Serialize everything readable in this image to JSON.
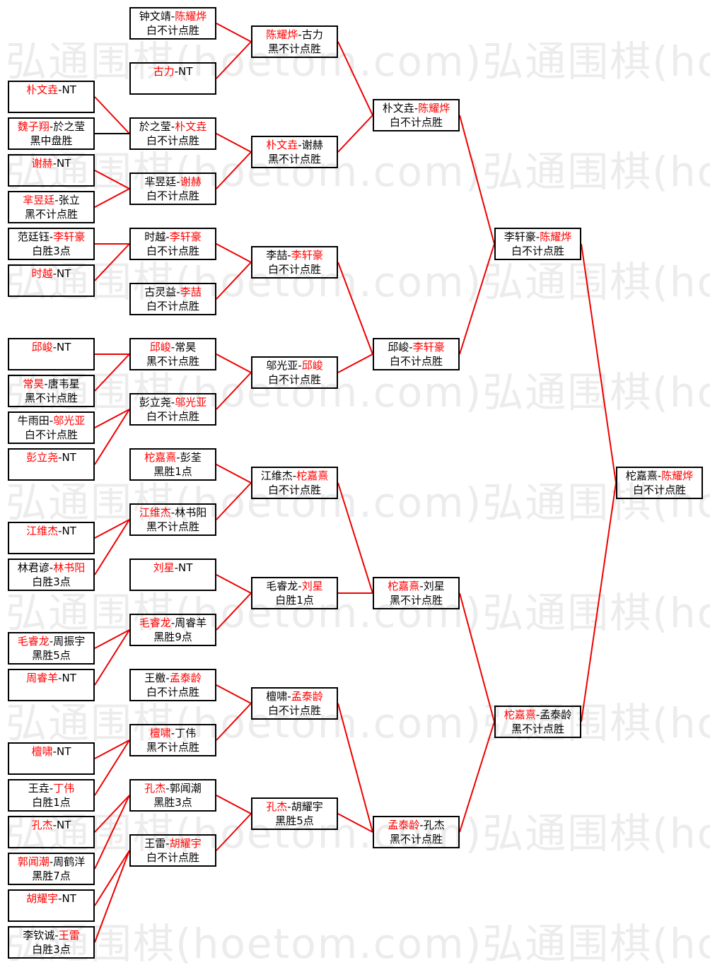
{
  "watermark": "弘通围棋(hoetom.com)弘通围棋(hoetom.com)",
  "colors": {
    "winner_text": "#ff0000",
    "win_path": "#ee0000",
    "lose_path": "#000000",
    "border": "#000000"
  },
  "matches": [
    {
      "id": "r1-1",
      "col": 0,
      "row": 0,
      "p1": "朴文垚",
      "p2": "NT",
      "win": 1,
      "result": ""
    },
    {
      "id": "r1-2",
      "col": 0,
      "row": 1,
      "p1": "魏子翔",
      "p2": "於之莹",
      "win": 1,
      "result": "黑中盘胜"
    },
    {
      "id": "r1-3",
      "col": 0,
      "row": 2,
      "p1": "谢赫",
      "p2": "NT",
      "win": 1,
      "result": ""
    },
    {
      "id": "r1-4",
      "col": 0,
      "row": 3,
      "p1": "芈昱廷",
      "p2": "张立",
      "win": 1,
      "result": "黑不计点胜"
    },
    {
      "id": "r1-5",
      "col": 0,
      "row": 4,
      "p1": "范廷钰",
      "p2": "李轩豪",
      "win": 2,
      "result": "白胜3点"
    },
    {
      "id": "r1-6",
      "col": 0,
      "row": 5,
      "p1": "时越",
      "p2": "NT",
      "win": 1,
      "result": ""
    },
    {
      "id": "r1-7",
      "col": 0,
      "row": 6,
      "p1": "邱峻",
      "p2": "NT",
      "win": 1,
      "result": ""
    },
    {
      "id": "r1-8",
      "col": 0,
      "row": 7,
      "p1": "常昊",
      "p2": "唐韦星",
      "win": 1,
      "result": "黑不计点胜"
    },
    {
      "id": "r1-9",
      "col": 0,
      "row": 8,
      "p1": "牛雨田",
      "p2": "邬光亚",
      "win": 2,
      "result": "白不计点胜"
    },
    {
      "id": "r1-10",
      "col": 0,
      "row": 9,
      "p1": "彭立尧",
      "p2": "NT",
      "win": 1,
      "result": ""
    },
    {
      "id": "r1-11",
      "col": 0,
      "row": 10,
      "p1": "江维杰",
      "p2": "NT",
      "win": 1,
      "result": ""
    },
    {
      "id": "r1-12",
      "col": 0,
      "row": 11,
      "p1": "林君谚",
      "p2": "林书阳",
      "win": 2,
      "result": "白胜3点"
    },
    {
      "id": "r1-13",
      "col": 0,
      "row": 12,
      "p1": "毛睿龙",
      "p2": "周振宇",
      "win": 1,
      "result": "黑胜5点"
    },
    {
      "id": "r1-14",
      "col": 0,
      "row": 13,
      "p1": "周睿羊",
      "p2": "NT",
      "win": 1,
      "result": ""
    },
    {
      "id": "r1-15",
      "col": 0,
      "row": 14,
      "p1": "檀啸",
      "p2": "NT",
      "win": 1,
      "result": ""
    },
    {
      "id": "r1-16",
      "col": 0,
      "row": 15,
      "p1": "王垚",
      "p2": "丁伟",
      "win": 2,
      "result": "白胜1点"
    },
    {
      "id": "r1-17",
      "col": 0,
      "row": 16,
      "p1": "孔杰",
      "p2": "NT",
      "win": 1,
      "result": ""
    },
    {
      "id": "r1-18",
      "col": 0,
      "row": 17,
      "p1": "郭闻潮",
      "p2": "周鹤洋",
      "win": 1,
      "result": "黑胜7点"
    },
    {
      "id": "r1-19",
      "col": 0,
      "row": 18,
      "p1": "胡耀宇",
      "p2": "NT",
      "win": 1,
      "result": ""
    },
    {
      "id": "r1-20",
      "col": 0,
      "row": 19,
      "p1": "李钦诚",
      "p2": "王雷",
      "win": 2,
      "result": "白胜3点"
    },
    {
      "id": "r2-1",
      "col": 1,
      "row": 0,
      "p1": "钟文靖",
      "p2": "陈耀烨",
      "win": 2,
      "result": "白不计点胜"
    },
    {
      "id": "r2-2",
      "col": 1,
      "row": 1,
      "p1": "古力",
      "p2": "NT",
      "win": 1,
      "result": ""
    },
    {
      "id": "r2-3",
      "col": 1,
      "row": 2,
      "p1": "於之莹",
      "p2": "朴文垚",
      "win": 2,
      "result": "白不计点胜"
    },
    {
      "id": "r2-4",
      "col": 1,
      "row": 3,
      "p1": "芈昱廷",
      "p2": "谢赫",
      "win": 2,
      "result": "白不计点胜"
    },
    {
      "id": "r2-5",
      "col": 1,
      "row": 4,
      "p1": "时越",
      "p2": "李轩豪",
      "win": 2,
      "result": "白不计点胜"
    },
    {
      "id": "r2-6",
      "col": 1,
      "row": 5,
      "p1": "古灵益",
      "p2": "李喆",
      "win": 2,
      "result": "白不计点胜"
    },
    {
      "id": "r2-7",
      "col": 1,
      "row": 6,
      "p1": "邱峻",
      "p2": "常昊",
      "win": 1,
      "result": "黑不计点胜"
    },
    {
      "id": "r2-8",
      "col": 1,
      "row": 7,
      "p1": "彭立尧",
      "p2": "邬光亚",
      "win": 2,
      "result": "白不计点胜"
    },
    {
      "id": "r2-9",
      "col": 1,
      "row": 8,
      "p1": "柁嘉熹",
      "p2": "彭荃",
      "win": 1,
      "result": "黑胜1点"
    },
    {
      "id": "r2-10",
      "col": 1,
      "row": 9,
      "p1": "江维杰",
      "p2": "林书阳",
      "win": 1,
      "result": "黑不计点胜"
    },
    {
      "id": "r2-11",
      "col": 1,
      "row": 10,
      "p1": "刘星",
      "p2": "NT",
      "win": 1,
      "result": ""
    },
    {
      "id": "r2-12",
      "col": 1,
      "row": 11,
      "p1": "毛睿龙",
      "p2": "周睿羊",
      "win": 1,
      "result": "黑胜9点"
    },
    {
      "id": "r2-13",
      "col": 1,
      "row": 12,
      "p1": "王檄",
      "p2": "孟泰龄",
      "win": 2,
      "result": "白不计点胜"
    },
    {
      "id": "r2-14",
      "col": 1,
      "row": 13,
      "p1": "檀啸",
      "p2": "丁伟",
      "win": 1,
      "result": "黑不计点胜"
    },
    {
      "id": "r2-15",
      "col": 1,
      "row": 14,
      "p1": "孔杰",
      "p2": "郭闻潮",
      "win": 1,
      "result": "黑胜3点"
    },
    {
      "id": "r2-16",
      "col": 1,
      "row": 15,
      "p1": "王雷",
      "p2": "胡耀宇",
      "win": 2,
      "result": "白不计点胜"
    },
    {
      "id": "r3-1",
      "col": 2,
      "row": 0,
      "p1": "陈耀烨",
      "p2": "古力",
      "win": 1,
      "result": "黑不计点胜"
    },
    {
      "id": "r3-2",
      "col": 2,
      "row": 1,
      "p1": "朴文垚",
      "p2": "谢赫",
      "win": 1,
      "result": "黑不计点胜"
    },
    {
      "id": "r3-3",
      "col": 2,
      "row": 2,
      "p1": "李喆",
      "p2": "李轩豪",
      "win": 2,
      "result": "白不计点胜"
    },
    {
      "id": "r3-4",
      "col": 2,
      "row": 3,
      "p1": "邬光亚",
      "p2": "邱峻",
      "win": 2,
      "result": "白不计点胜"
    },
    {
      "id": "r3-5",
      "col": 2,
      "row": 4,
      "p1": "江维杰",
      "p2": "柁嘉熹",
      "win": 2,
      "result": "白不计点胜"
    },
    {
      "id": "r3-6",
      "col": 2,
      "row": 5,
      "p1": "毛睿龙",
      "p2": "刘星",
      "win": 2,
      "result": "白胜1点"
    },
    {
      "id": "r3-7",
      "col": 2,
      "row": 6,
      "p1": "檀啸",
      "p2": "孟泰龄",
      "win": 2,
      "result": "白不计点胜"
    },
    {
      "id": "r3-8",
      "col": 2,
      "row": 7,
      "p1": "孔杰",
      "p2": "胡耀宇",
      "win": 1,
      "result": "黑胜5点"
    },
    {
      "id": "r4-1",
      "col": 3,
      "row": 0,
      "p1": "朴文垚",
      "p2": "陈耀烨",
      "win": 2,
      "result": "白不计点胜"
    },
    {
      "id": "r4-2",
      "col": 3,
      "row": 1,
      "p1": "邱峻",
      "p2": "李轩豪",
      "win": 2,
      "result": "白不计点胜"
    },
    {
      "id": "r4-3",
      "col": 3,
      "row": 2,
      "p1": "柁嘉熹",
      "p2": "刘星",
      "win": 1,
      "result": "黑不计点胜"
    },
    {
      "id": "r4-4",
      "col": 3,
      "row": 3,
      "p1": "孟泰龄",
      "p2": "孔杰",
      "win": 1,
      "result": "黑不计点胜"
    },
    {
      "id": "r5-1",
      "col": 4,
      "row": 0,
      "p1": "李轩豪",
      "p2": "陈耀烨",
      "win": 2,
      "result": "白不计点胜"
    },
    {
      "id": "r5-2",
      "col": 4,
      "row": 1,
      "p1": "柁嘉熹",
      "p2": "孟泰龄",
      "win": 1,
      "result": "黑不计点胜"
    },
    {
      "id": "final",
      "col": 5,
      "row": 0,
      "p1": "柁嘉熹",
      "p2": "陈耀烨",
      "win": 2,
      "result": "白不计点胜"
    }
  ],
  "links": [
    {
      "from": "r1-1",
      "to": "r2-3",
      "win": true
    },
    {
      "from": "r1-2",
      "to": "r2-3",
      "win": false
    },
    {
      "from": "r1-3",
      "to": "r2-4",
      "win": true
    },
    {
      "from": "r1-4",
      "to": "r2-4",
      "win": true
    },
    {
      "from": "r1-5",
      "to": "r2-5",
      "win": true
    },
    {
      "from": "r1-6",
      "to": "r2-5",
      "win": true
    },
    {
      "from": "r1-7",
      "to": "r2-7",
      "win": true
    },
    {
      "from": "r1-8",
      "to": "r2-7",
      "win": true
    },
    {
      "from": "r1-9",
      "to": "r2-8",
      "win": true
    },
    {
      "from": "r1-10",
      "to": "r2-8",
      "win": true
    },
    {
      "from": "r1-11",
      "to": "r2-10",
      "win": true
    },
    {
      "from": "r1-12",
      "to": "r2-10",
      "win": true
    },
    {
      "from": "r1-13",
      "to": "r2-12",
      "win": true
    },
    {
      "from": "r1-14",
      "to": "r2-12",
      "win": true
    },
    {
      "from": "r1-15",
      "to": "r2-14",
      "win": true
    },
    {
      "from": "r1-16",
      "to": "r2-14",
      "win": true
    },
    {
      "from": "r1-17",
      "to": "r2-15",
      "win": true
    },
    {
      "from": "r1-18",
      "to": "r2-15",
      "win": true
    },
    {
      "from": "r1-19",
      "to": "r2-16",
      "win": true
    },
    {
      "from": "r1-20",
      "to": "r2-16",
      "win": true
    },
    {
      "from": "r2-1",
      "to": "r3-1",
      "win": true
    },
    {
      "from": "r2-2",
      "to": "r3-1",
      "win": true
    },
    {
      "from": "r2-3",
      "to": "r3-2",
      "win": true
    },
    {
      "from": "r2-4",
      "to": "r3-2",
      "win": true
    },
    {
      "from": "r2-5",
      "to": "r3-3",
      "win": true
    },
    {
      "from": "r2-6",
      "to": "r3-3",
      "win": true
    },
    {
      "from": "r2-7",
      "to": "r3-4",
      "win": true
    },
    {
      "from": "r2-8",
      "to": "r3-4",
      "win": true
    },
    {
      "from": "r2-9",
      "to": "r3-5",
      "win": true
    },
    {
      "from": "r2-10",
      "to": "r3-5",
      "win": true
    },
    {
      "from": "r2-11",
      "to": "r3-6",
      "win": true
    },
    {
      "from": "r2-12",
      "to": "r3-6",
      "win": true
    },
    {
      "from": "r2-13",
      "to": "r3-7",
      "win": true
    },
    {
      "from": "r2-14",
      "to": "r3-7",
      "win": true
    },
    {
      "from": "r2-15",
      "to": "r3-8",
      "win": true
    },
    {
      "from": "r2-16",
      "to": "r3-8",
      "win": true
    },
    {
      "from": "r3-1",
      "to": "r4-1",
      "win": true
    },
    {
      "from": "r3-2",
      "to": "r4-1",
      "win": true
    },
    {
      "from": "r3-3",
      "to": "r4-2",
      "win": true
    },
    {
      "from": "r3-4",
      "to": "r4-2",
      "win": true
    },
    {
      "from": "r3-5",
      "to": "r4-3",
      "win": true
    },
    {
      "from": "r3-6",
      "to": "r4-3",
      "win": true
    },
    {
      "from": "r3-7",
      "to": "r4-4",
      "win": true
    },
    {
      "from": "r3-8",
      "to": "r4-4",
      "win": true
    },
    {
      "from": "r4-1",
      "to": "r5-1",
      "win": true
    },
    {
      "from": "r4-2",
      "to": "r5-1",
      "win": true
    },
    {
      "from": "r4-3",
      "to": "r5-2",
      "win": true
    },
    {
      "from": "r4-4",
      "to": "r5-2",
      "win": true
    },
    {
      "from": "r5-1",
      "to": "final",
      "win": true
    },
    {
      "from": "r5-2",
      "to": "final",
      "win": true
    }
  ]
}
